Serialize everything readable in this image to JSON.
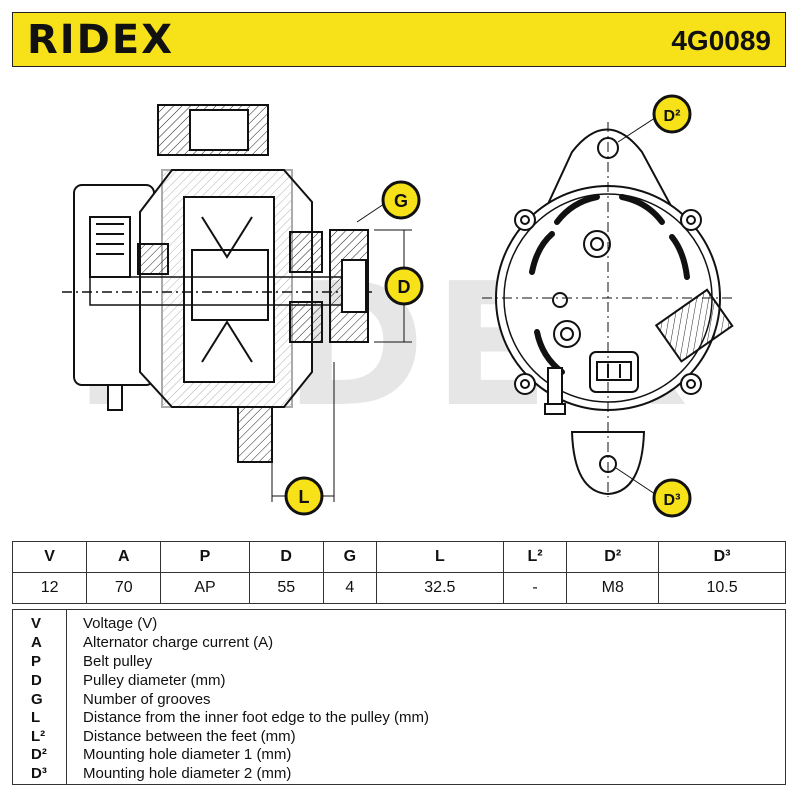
{
  "header": {
    "brand": "RIDEX",
    "part_number": "4G0089"
  },
  "diagram": {
    "watermark": "RIDEX",
    "callouts": {
      "g": "G",
      "d": "D",
      "l": "L",
      "d2": "D²",
      "d3": "D³"
    }
  },
  "specs": {
    "headers": [
      "V",
      "A",
      "P",
      "D",
      "G",
      "L",
      "L²",
      "D²",
      "D³"
    ],
    "values": [
      "12",
      "70",
      "AP",
      "55",
      "4",
      "32.5",
      "-",
      "M8",
      "10.5"
    ]
  },
  "legend": [
    {
      "key": "V",
      "desc": "Voltage (V)"
    },
    {
      "key": "A",
      "desc": "Alternator charge current (A)"
    },
    {
      "key": "P",
      "desc": "Belt pulley"
    },
    {
      "key": "D",
      "desc": "Pulley diameter (mm)"
    },
    {
      "key": "G",
      "desc": "Number of grooves"
    },
    {
      "key": "L",
      "desc": "Distance from the inner foot edge to the pulley (mm)"
    },
    {
      "key": "L²",
      "desc": "Distance between the feet (mm)"
    },
    {
      "key": "D²",
      "desc": "Mounting hole diameter 1 (mm)"
    },
    {
      "key": "D³",
      "desc": "Mounting hole diameter 2 (mm)"
    }
  ],
  "colors": {
    "accent": "#f7e21a",
    "ink": "#111111"
  }
}
